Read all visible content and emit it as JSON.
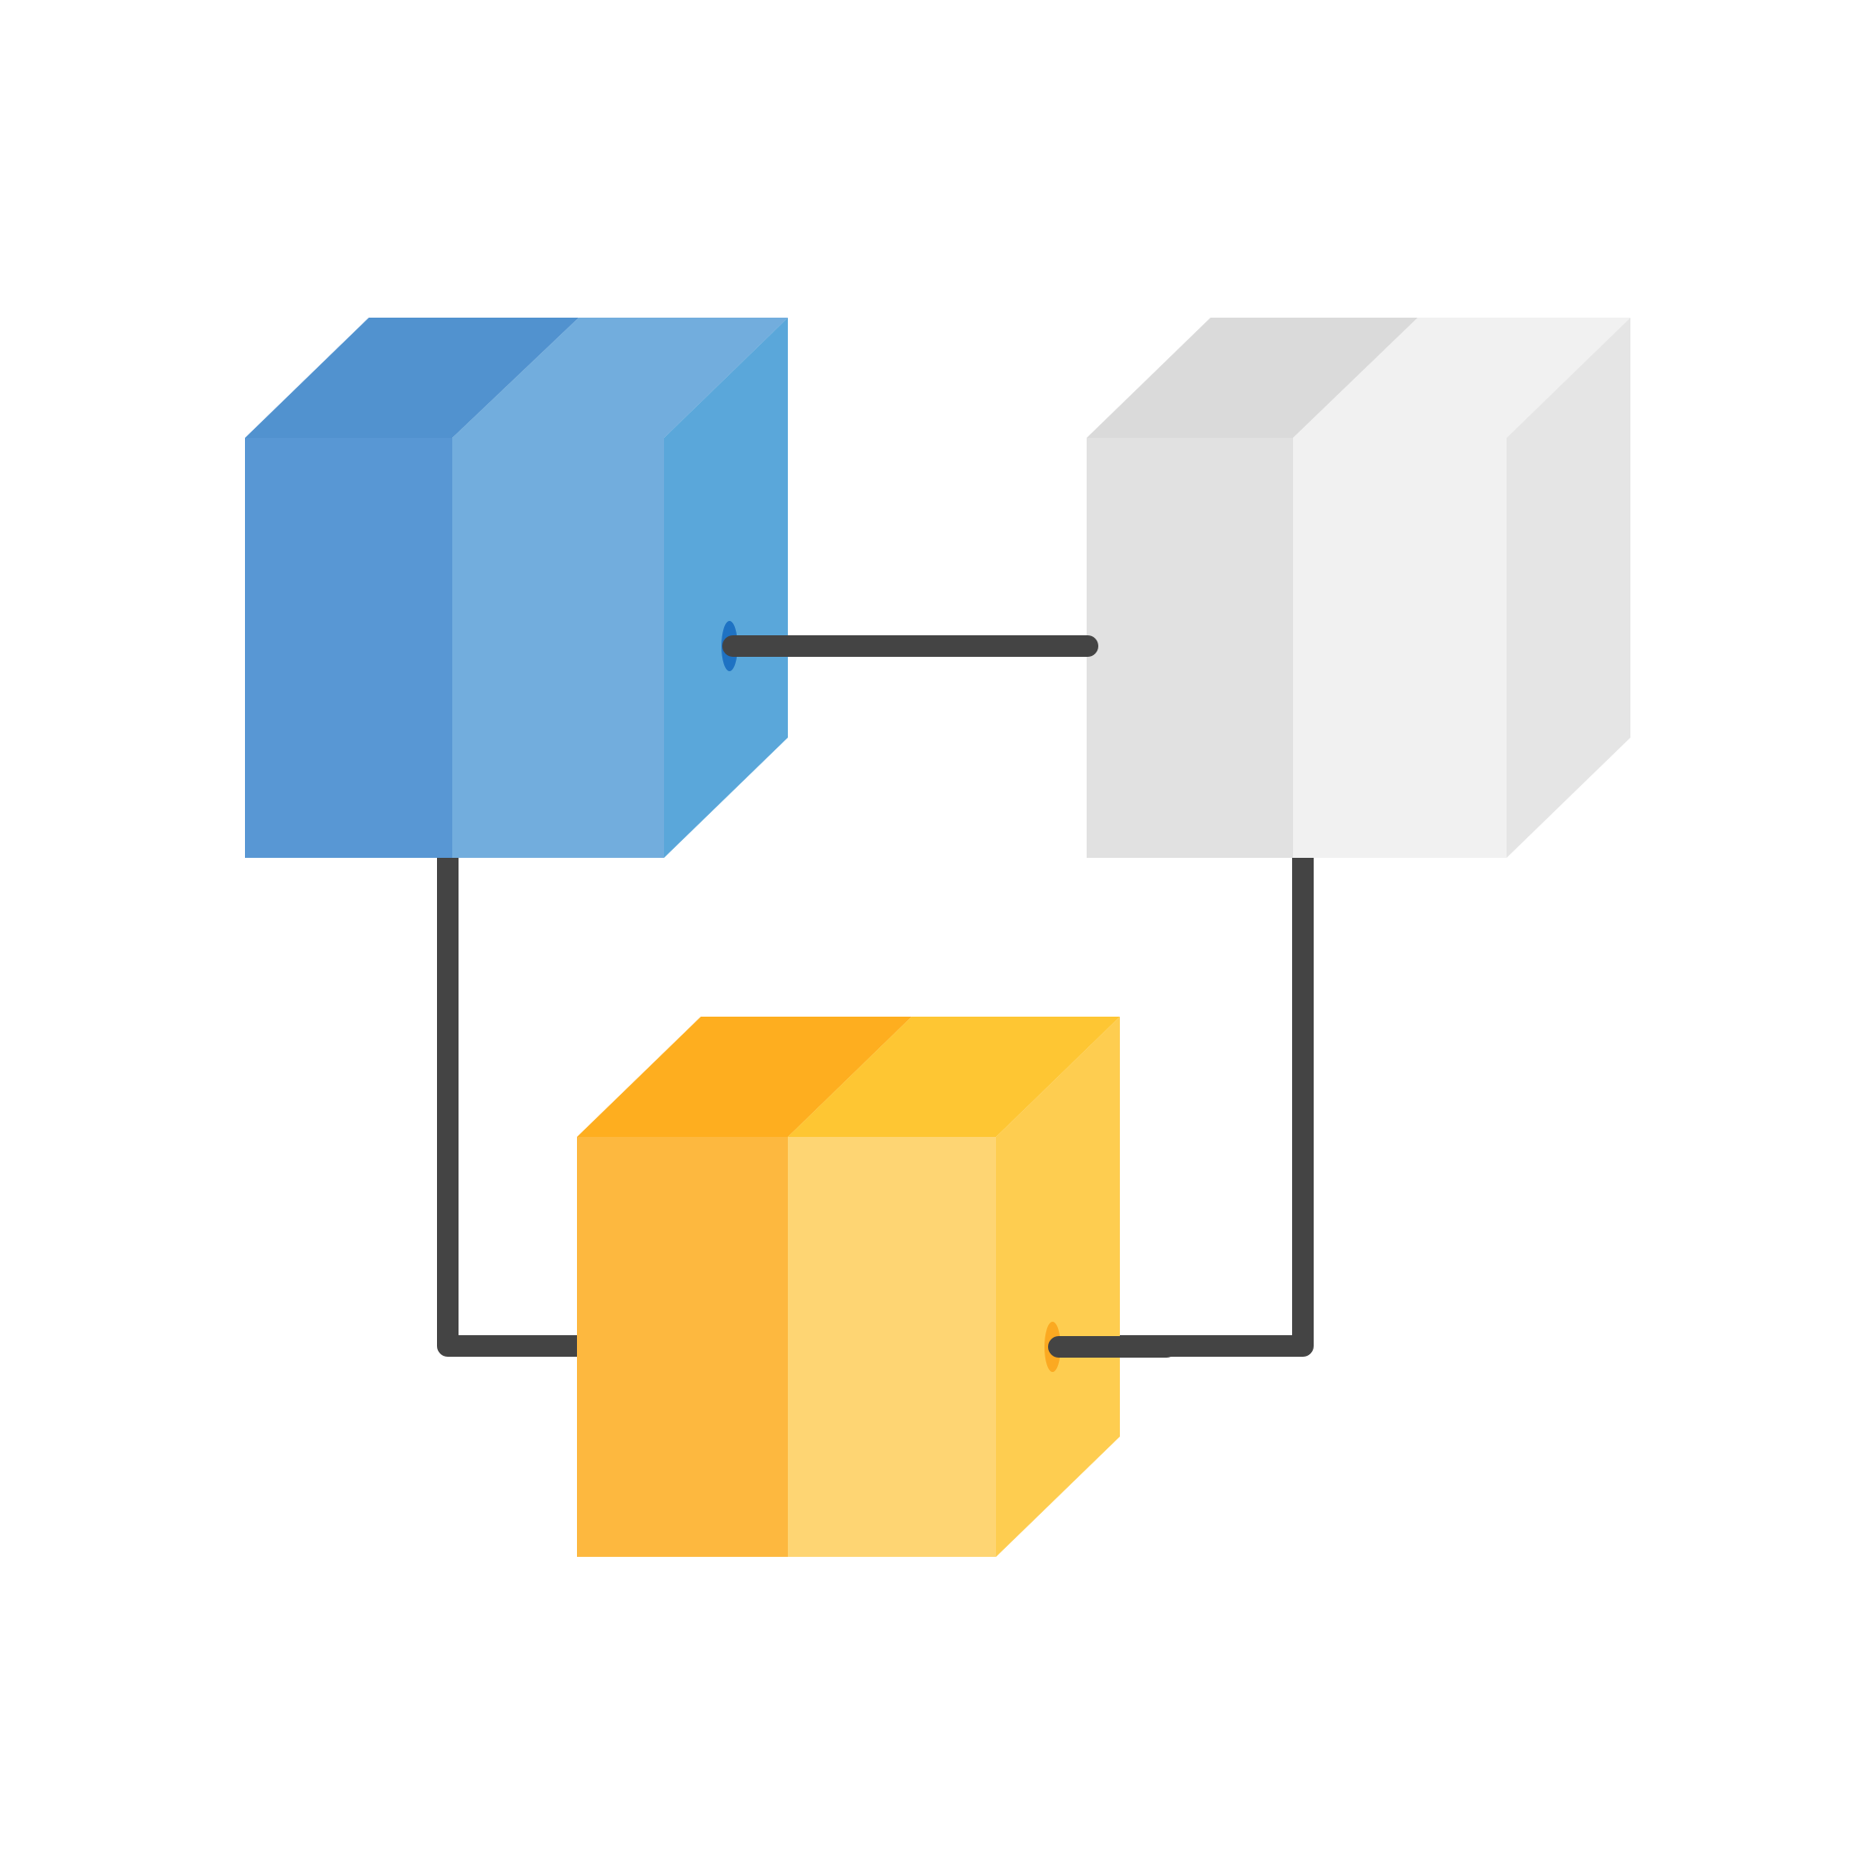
{
  "diagram": {
    "type": "network-of-cubes",
    "nodes": [
      {
        "id": "blue-cube",
        "colors": {
          "top_left": "#5192cf",
          "top_right": "#72addd",
          "front_left": "#5897d4",
          "front_right": "#72addd",
          "side": "#5aa7da",
          "port": "#1e72c3"
        }
      },
      {
        "id": "gray-cube",
        "colors": {
          "top_left": "#dadada",
          "top_right": "#f1f1f1",
          "front_left": "#e1e1e1",
          "front_right": "#f1f1f1",
          "side": "#e5e5e5"
        }
      },
      {
        "id": "yellow-cube",
        "colors": {
          "top_left": "#feae1f",
          "top_right": "#fec633",
          "front_left": "#fdb83f",
          "front_right": "#fed573",
          "side": "#fecd50",
          "port": "#fba921"
        }
      }
    ],
    "links": [
      {
        "from": "blue-cube",
        "to": "gray-cube"
      },
      {
        "from": "blue-cube",
        "to": "yellow-cube"
      },
      {
        "from": "gray-cube",
        "to": "yellow-cube"
      }
    ],
    "link_color": "#444444",
    "background": "#ffffff"
  }
}
